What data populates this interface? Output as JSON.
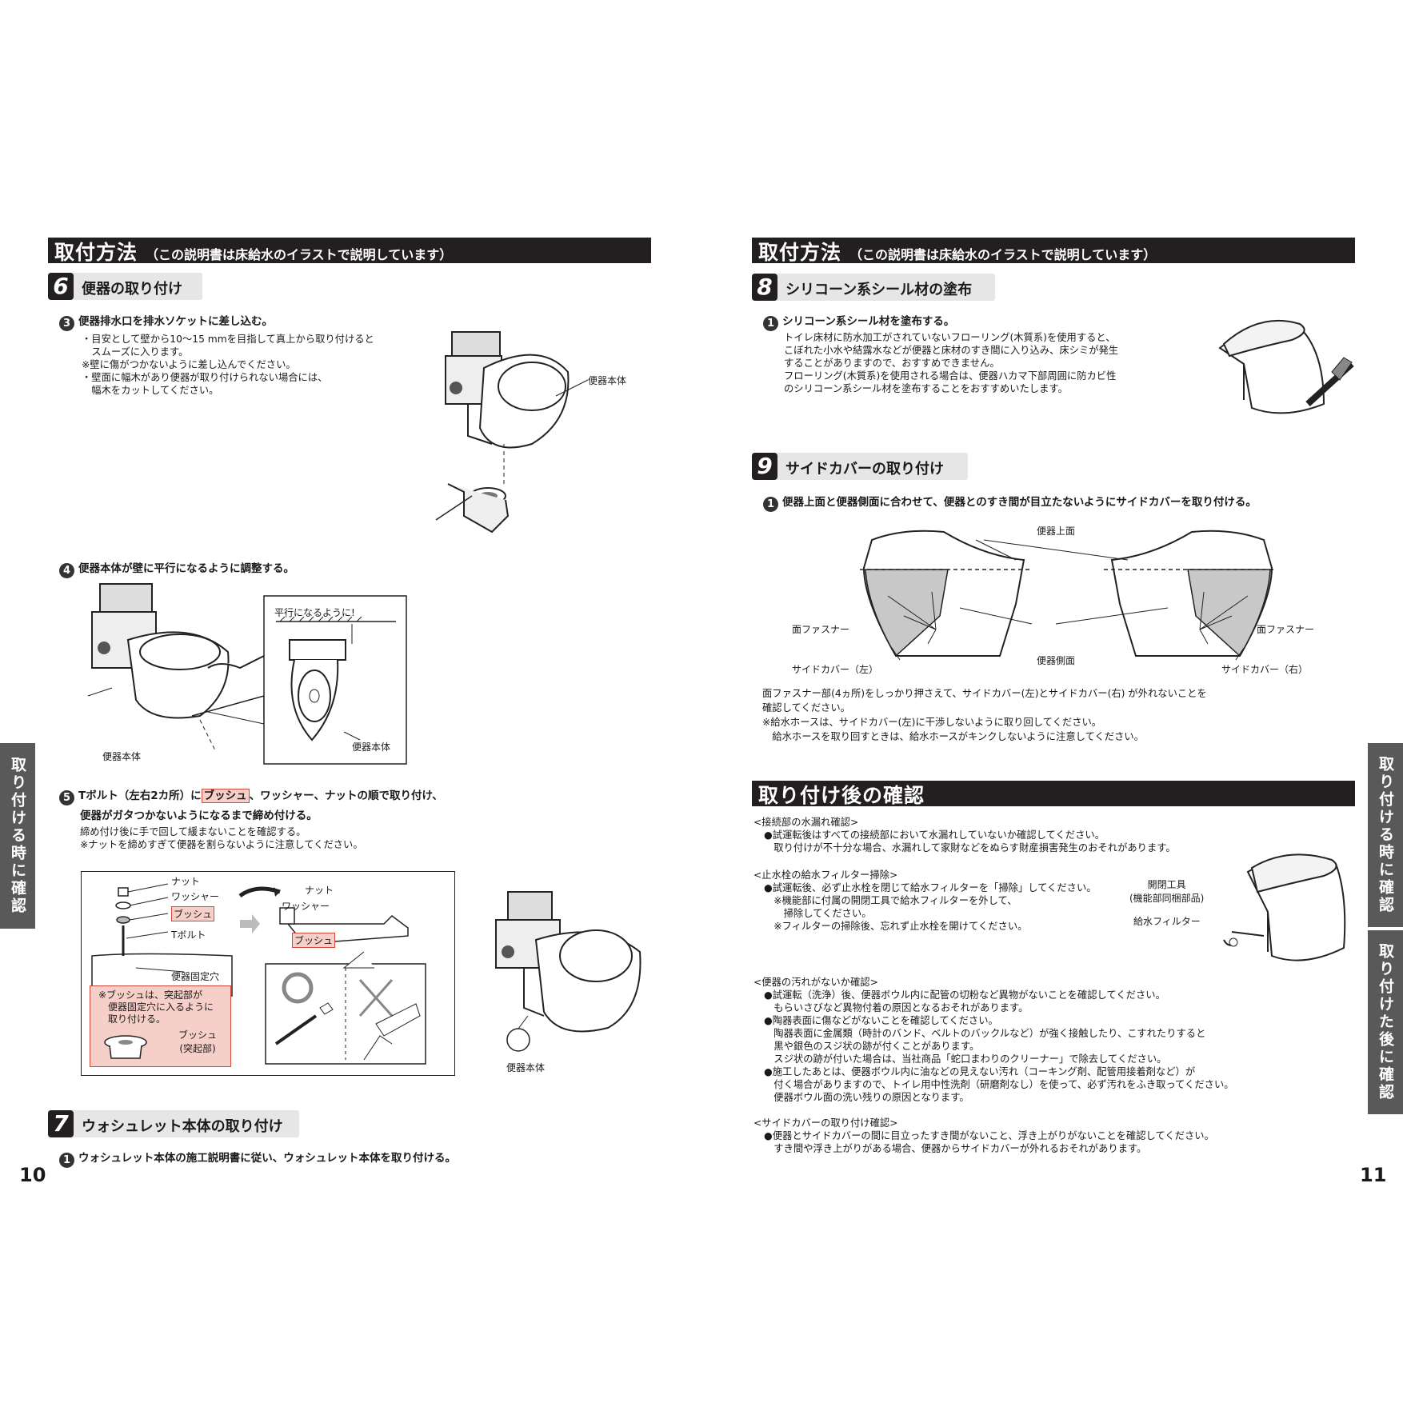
{
  "left": {
    "header": {
      "title": "取付方法",
      "subtitle": "（この説明書は床給水のイラストで説明しています）"
    },
    "step6": {
      "num": "6",
      "label": "便器の取り付け"
    },
    "s6_3": {
      "num": "3",
      "title": "便器排水口を排水ソケットに差し込む。",
      "lines": [
        "・目安として壁から10～15 mmを目指して真上から取り付けると",
        "　スムーズに入ります。",
        "※壁に傷がつかないように差し込んでください。",
        "・壁面に幅木があり便器が取り付けられない場合には、",
        "　幅木をカットしてください。"
      ],
      "fig_label": "便器本体"
    },
    "s6_4": {
      "num": "4",
      "title": "便器本体が壁に平行になるように調整する。",
      "parallel": "平行になるように!",
      "label1": "便器本体",
      "label2": "便器本体"
    },
    "s6_5": {
      "num": "5",
      "title_a": "Tボルト（左右2カ所）に",
      "title_push": "ブッシュ",
      "title_b": "、ワッシャー、ナットの順で取り付け、",
      "title2": "便器がガタつかないようになるまで締め付ける。",
      "lines": [
        "締め付け後に手で回して緩まないことを確認する。",
        "※ナットを締めすぎて便器を割らないように注意してください。"
      ],
      "nut": "ナット",
      "washer": "ワッシャー",
      "bush": "ブッシュ",
      "tbolt": "Tボルト",
      "hole": "便器固定穴",
      "note": [
        "※ブッシュは、突起部が",
        "　便器固定穴に入るように",
        "　取り付ける。"
      ],
      "bush2a": "ブッシュ",
      "bush2b": "(突起部)",
      "nut2": "ナット",
      "washer2": "ワッシャー",
      "bush3": "ブッシュ",
      "body_label": "便器本体"
    },
    "step7": {
      "num": "7",
      "label": "ウォシュレット本体の取り付け"
    },
    "s7_1": {
      "num": "1",
      "title": "ウォシュレット本体の施工説明書に従い、ウォシュレット本体を取り付ける。"
    },
    "page": "10",
    "tab": "取り付ける時に確認"
  },
  "right": {
    "header": {
      "title": "取付方法",
      "subtitle": "（この説明書は床給水のイラストで説明しています）"
    },
    "step8": {
      "num": "8",
      "label": "シリコーン系シール材の塗布"
    },
    "s8_1": {
      "num": "1",
      "title": "シリコーン系シール材を塗布する。",
      "lines": [
        "トイレ床材に防水加工がされていないフローリング(木質系)を使用すると、",
        "こぼれた小水や結露水などが便器と床材のすき間に入り込み、床シミが発生",
        "することがありますので、おすすめできません。",
        "フローリング(木質系)を使用される場合は、便器ハカマ下部周囲に防カビ性",
        "のシリコーン系シール材を塗布することをおすすめいたします。"
      ]
    },
    "step9": {
      "num": "9",
      "label": "サイドカバーの取り付け"
    },
    "s9_1": {
      "num": "1",
      "title": "便器上面と便器側面に合わせて、便器とのすき間が目立たないようにサイドカバーを取り付ける。",
      "top": "便器上面",
      "fast_l": "面ファスナー",
      "fast_r": "面ファスナー",
      "side_face": "便器側面",
      "cover_l": "サイドカバー（左）",
      "cover_r": "サイドカバー（右）",
      "lines": [
        "面ファスナー部(4ヵ所)をしっかり押さえて、サイドカバー(左)とサイドカバー(右) が外れないことを",
        "確認してください。",
        "※給水ホースは、サイドカバー(左)に干渉しないように取り回してください。",
        "　給水ホースを取り回すときは、給水ホースがキンクしないように注意してください。"
      ]
    },
    "after": {
      "title": "取り付け後の確認"
    },
    "c1": {
      "head": "<接続部の水漏れ確認>",
      "lines": [
        "●試運転後はすべての接続部において水漏れしていないか確認してください。",
        "　取り付けが不十分な場合、水漏れして家財などをぬらす財産損害発生のおそれがあります。"
      ]
    },
    "c2": {
      "head": "<止水栓の給水フィルター掃除>",
      "lines": [
        "●試運転後、必ず止水栓を閉じて給水フィルターを「掃除」してください。",
        "　※機能部に付属の開閉工具で給水フィルターを外して、",
        "　　掃除してください。",
        "　※フィルターの掃除後、忘れず止水栓を開けてください。"
      ],
      "tool1": "開閉工具",
      "tool2": "(機能部同梱部品)",
      "filter": "給水フィルター"
    },
    "c3": {
      "head": "<便器の汚れがないか確認>",
      "lines": [
        "●試運転（洗浄）後、便器ボウル内に配管の切粉など異物がないことを確認してください。",
        "　もらいさびなど異物付着の原因となるおそれがあります。",
        "●陶器表面に傷などがないことを確認してください。",
        "　陶器表面に金属類（時計のバンド、ベルトのバックルなど）が強く接触したり、こすれたりすると",
        "　黒や銀色のスジ状の跡が付くことがあります。",
        "　スジ状の跡が付いた場合は、当社商品「蛇口まわりのクリーナー」で除去してください。",
        "●施工したあとは、便器ボウル内に油などの見えない汚れ（コーキング剤、配管用接着剤など）が",
        "　付く場合がありますので、トイレ用中性洗剤（研磨剤なし）を使って、必ず汚れをふき取ってください。",
        "　便器ボウル面の洗い残りの原因となります。"
      ]
    },
    "c4": {
      "head": "<サイドカバーの取り付け確認>",
      "lines": [
        "●便器とサイドカバーの間に目立ったすき間がないこと、浮き上がりがないことを確認してください。",
        "　すき間や浮き上がりがある場合、便器からサイドカバーが外れるおそれがあります。"
      ]
    },
    "page": "11",
    "tab1": "取り付ける時に確認",
    "tab2": "取り付けた後に確認"
  }
}
